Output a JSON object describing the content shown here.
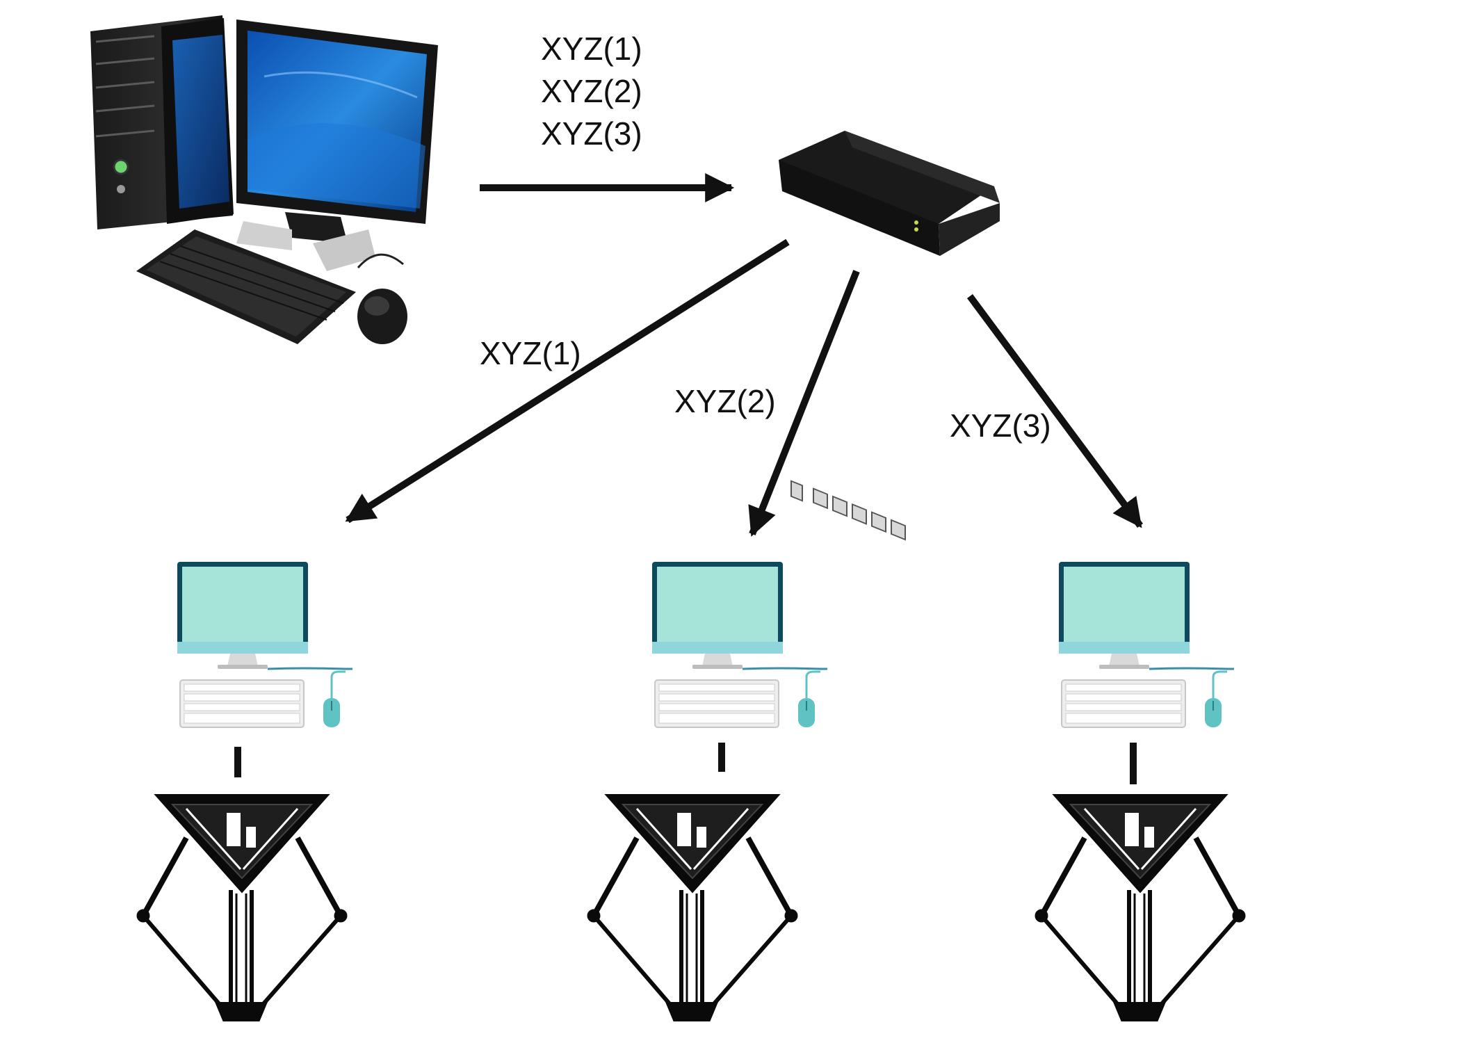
{
  "labels": {
    "master_top": [
      "XYZ(1)",
      "XYZ(2)",
      "XYZ(3)"
    ],
    "branch_1": "XYZ(1)",
    "branch_2": "XYZ(2)",
    "branch_3": "XYZ(3)"
  },
  "icons": {
    "master": "desktop-computer-icon",
    "switch": "network-switch-icon",
    "client": "client-computer-icon",
    "robot": "delta-robot-icon"
  },
  "colors": {
    "arrow": "#111111",
    "client_screen": "#a6e3d9",
    "client_frame": "#0e4a5e",
    "mouse": "#5fc3c4",
    "robot": "#0a0a0a"
  }
}
